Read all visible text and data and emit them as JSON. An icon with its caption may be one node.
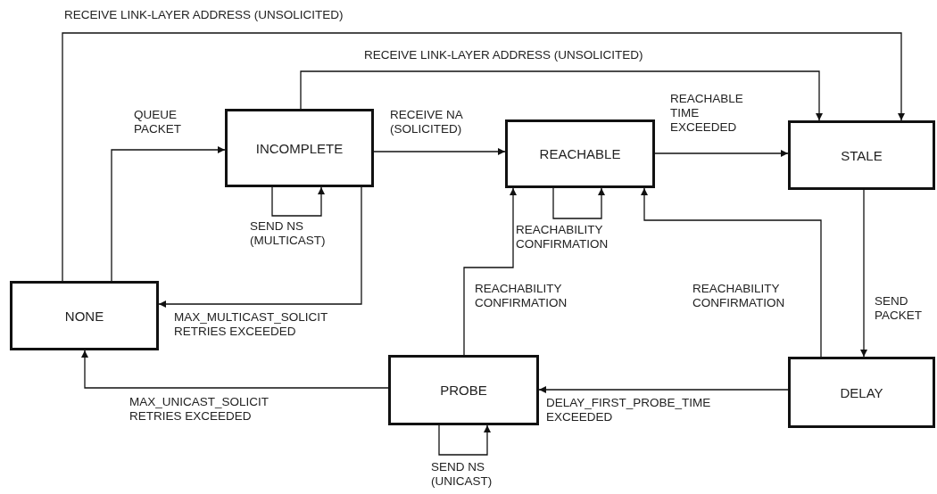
{
  "diagram": {
    "nodes": [
      {
        "text": [
          "NONE"
        ]
      },
      {
        "text": [
          "INCOMPLETE"
        ]
      },
      {
        "text": [
          "REACHABLE"
        ]
      },
      {
        "text": [
          "STALE"
        ]
      },
      {
        "text": [
          "DELAY"
        ]
      },
      {
        "text": [
          "PROBE"
        ]
      }
    ],
    "edges": [
      {
        "from": 0,
        "to": 3,
        "arrow": "to",
        "label": "RECEIVE LINK-LAYER ADDRESS (UNSOLICITED)"
      },
      {
        "from": 1,
        "to": 3,
        "arrow": "to",
        "label": "RECEIVE LINK-LAYER ADDRESS (UNSOLICITED)"
      },
      {
        "from": 0,
        "to": 1,
        "arrow": "to",
        "label": "QUEUE PACKET"
      },
      {
        "from": 1,
        "to": 2,
        "arrow": "to",
        "label": "RECEIVE NA (SOLICITED)"
      },
      {
        "from": 1,
        "to": 1,
        "arrow": "to",
        "label": "SEND NS (MULTICAST)"
      },
      {
        "from": 1,
        "to": 0,
        "arrow": "to",
        "label": "MAX_MULTICAST_SOLICIT RETRIES EXCEEDED"
      },
      {
        "from": 2,
        "to": 3,
        "arrow": "to",
        "label": "REACHABLE TIME EXCEEDED"
      },
      {
        "from": 2,
        "to": 2,
        "arrow": "to",
        "label": "REACHABILITY CONFIRMATION"
      },
      {
        "from": 3,
        "to": 4,
        "arrow": "to",
        "label": "SEND PACKET"
      },
      {
        "from": 4,
        "to": 5,
        "arrow": "to",
        "label": "DELAY_FIRST_PROBE_TIME EXCEEDED"
      },
      {
        "from": 4,
        "to": 2,
        "arrow": "to",
        "label": "REACHABILITY CONFIRMATION"
      },
      {
        "from": 5,
        "to": 2,
        "arrow": "to",
        "label": "REACHABILITY CONFIRMATION"
      },
      {
        "from": 5,
        "to": 0,
        "arrow": "to",
        "label": "MAX_UNICAST_SOLICIT RETRIES EXCEEDED"
      },
      {
        "from": 5,
        "to": 5,
        "arrow": "to",
        "label": "SEND NS (UNICAST)"
      }
    ]
  }
}
